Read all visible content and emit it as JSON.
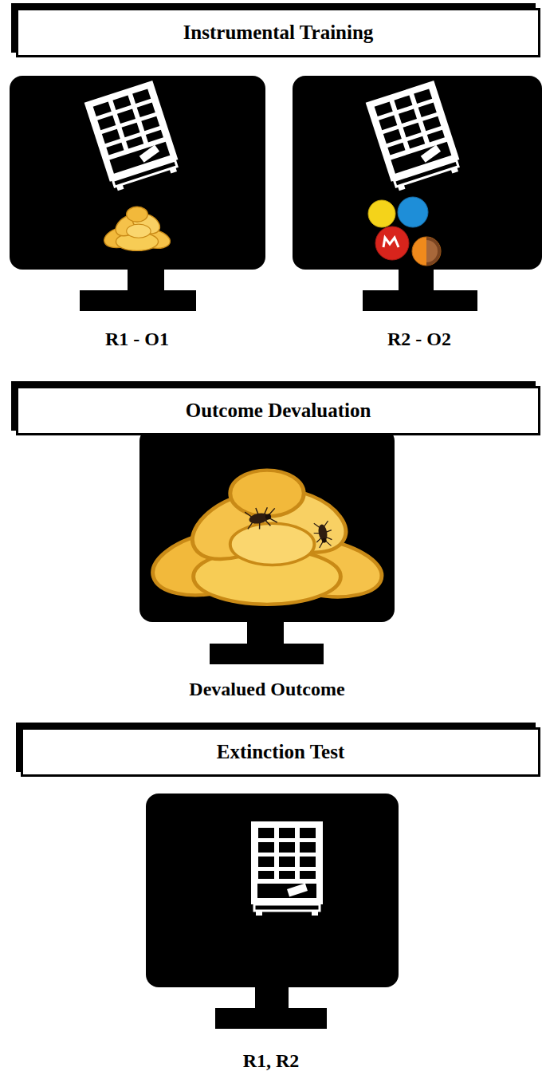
{
  "diagram": {
    "nodes": [
      {
        "text": [
          "Instrumental Training"
        ]
      },
      {
        "text": [
          "Outcome Devaluation"
        ]
      },
      {
        "text": [
          "Extinction Test"
        ]
      }
    ],
    "labels": [
      "R1 - O1",
      "R2 - O2",
      "Devalued Outcome",
      "R1, R2"
    ]
  }
}
